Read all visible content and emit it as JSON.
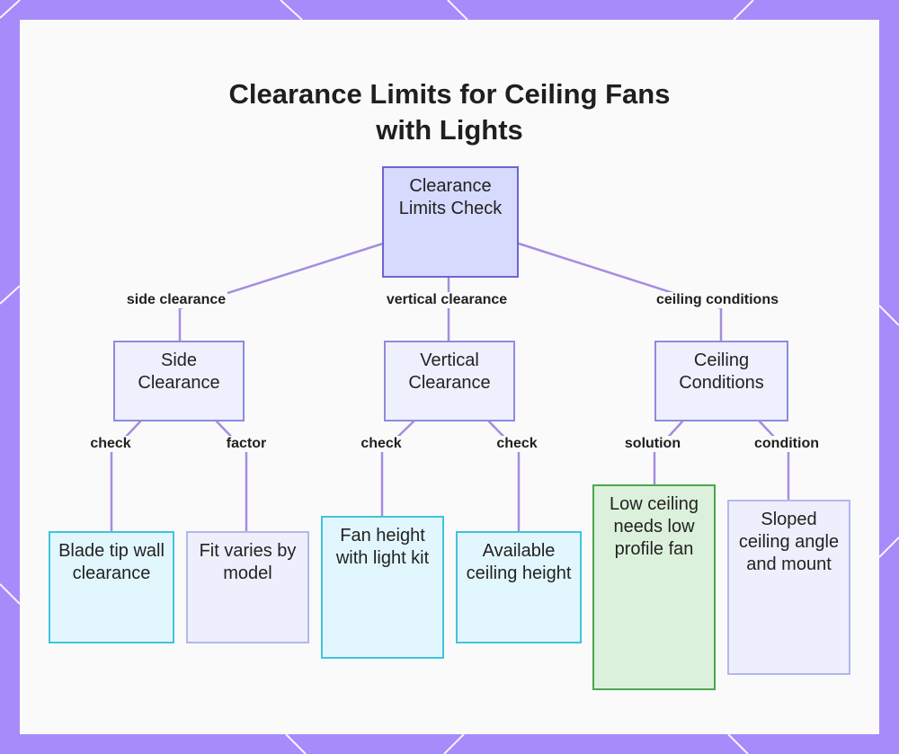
{
  "title": {
    "line1": "Clearance Limits for Ceiling Fans",
    "line2": "with Lights"
  },
  "nodes": {
    "root": "Clearance Limits Check",
    "side": "Side Clearance",
    "vertical": "Vertical Clearance",
    "ceiling": "Ceiling Conditions",
    "blade": "Blade tip wall clearance",
    "fit": "Fit varies by model",
    "fanheight": "Fan height with light kit",
    "available": "Available ceiling height",
    "low": "Low ceiling needs low profile fan",
    "sloped": "Sloped ceiling angle and mount"
  },
  "edges": {
    "side": "side clearance",
    "vertical": "vertical clearance",
    "ceiling": "ceiling conditions",
    "blade": "check",
    "fit": "factor",
    "fanheight": "check",
    "available": "check",
    "low": "solution",
    "sloped": "condition"
  },
  "colors": {
    "frame": "#a78bfa",
    "edge": "#a58ddf",
    "root_fill": "#d6dafc",
    "cyan_border": "#40c3dd",
    "green_border": "#49a84c"
  }
}
